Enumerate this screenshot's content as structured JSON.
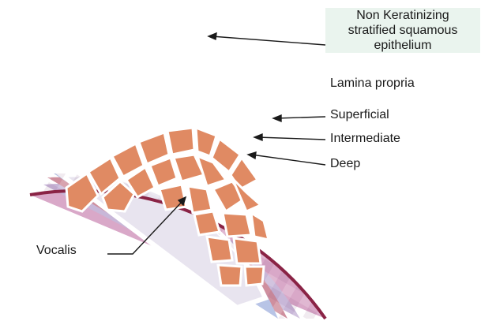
{
  "labels": {
    "epithelium_line1": "Non Keratinizing",
    "epithelium_line2": "stratified squamous",
    "epithelium_line3": "epithelium",
    "lamina_propria": "Lamina propria",
    "superficial": "Superficial",
    "intermediate": "Intermediate",
    "deep": "Deep",
    "vocalis": "Vocalis"
  },
  "colors": {
    "outer_edge": "#8a2345",
    "epithelium_layer": "#d9a8c8",
    "superficial_layer": "#c8b7d8",
    "intermediate_layer": "#cf8f9e",
    "deep_layer": "#b8c4e6",
    "inner_border": "#ffffff",
    "muscle_cell": "#e08a63",
    "muscle_background": "#e8e4ef",
    "pointer_line": "#1a1a1a"
  }
}
